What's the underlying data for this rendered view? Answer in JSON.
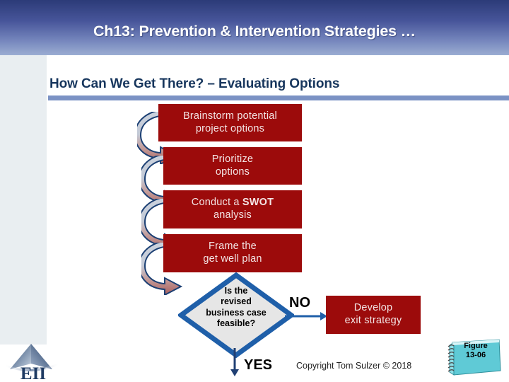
{
  "slide": {
    "title": "Ch13: Prevention & Intervention  Strategies …",
    "subtitle": "How Can We Get There? – Evaluating Options",
    "copyright": "Copyright Tom Sulzer © 2018"
  },
  "colors": {
    "header_gradient_top": "#2c3b78",
    "header_gradient_bottom": "#9badd2",
    "subtitle_text": "#17365d",
    "rule_bar": "#7b92c4",
    "process_box_fill": "#9c0b0b",
    "process_box_text": "#f3e4e4",
    "diamond_fill": "#e6e6e6",
    "diamond_stroke": "#1f5fa9",
    "arrow_stroke": "#1b3f73",
    "arrow_gradient_top": "#c3cbd9",
    "arrow_gradient_bottom": "#b3706e",
    "notebook_fill": "#6fd5de",
    "logo_navy": "#1f3b63",
    "sidebar_fill": "#e9eef1"
  },
  "flowchart": {
    "steps": [
      {
        "id": "brainstorm",
        "line1": "Brainstorm potential",
        "line2": "project options"
      },
      {
        "id": "prioritize",
        "line1": "Prioritize",
        "line2": "options"
      },
      {
        "id": "swot",
        "line1a": "Conduct a ",
        "line1b": "SWOT",
        "line2": "analysis"
      },
      {
        "id": "frame",
        "line1": "Frame the",
        "line2": "get well plan"
      }
    ],
    "decision": {
      "line1": "Is the",
      "line2": "revised",
      "line3": "business case",
      "line4": "feasible?"
    },
    "branches": {
      "no_label": "NO",
      "yes_label": "YES"
    },
    "outcome": {
      "line1": "Develop",
      "line2": "exit strategy"
    }
  },
  "figure_badge": {
    "line1": "Figure",
    "line2": "13-06"
  },
  "logo": {
    "text": "EII"
  }
}
